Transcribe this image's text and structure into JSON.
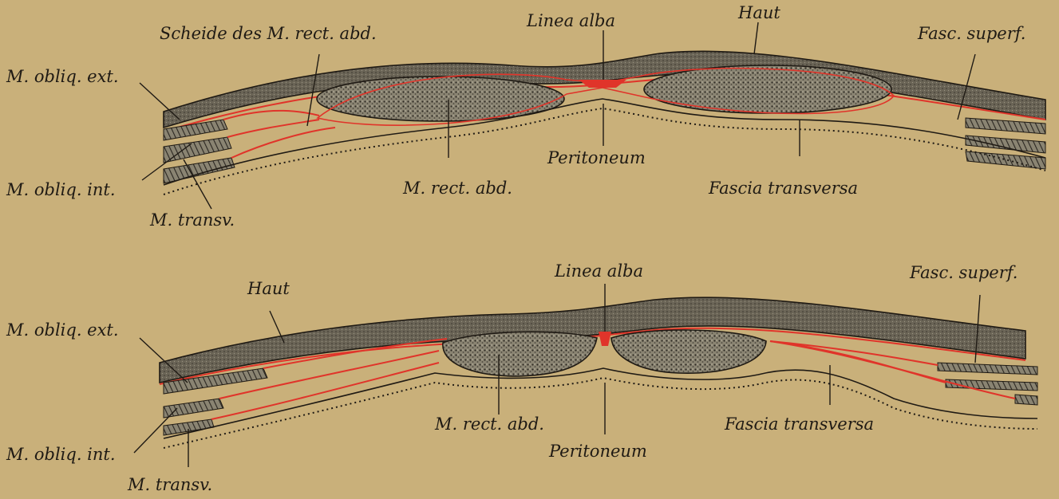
{
  "colors": {
    "background": "#c9b07a",
    "skin": "#6a6456",
    "muscle": "#7b7565",
    "fascia_red": "#e0342a",
    "ink": "#1f1a14"
  },
  "figure_top": {
    "labels": {
      "scheide": "Scheide des M. rect. abd.",
      "linea_alba": "Linea alba",
      "haut": "Haut",
      "fasc_superf": "Fasc. superf.",
      "obliq_ext": "M. obliq. ext.",
      "obliq_int": "M. obliq. int.",
      "transv": "M. transv.",
      "rect_abd": "M. rect. abd.",
      "peritoneum": "Peritoneum",
      "fascia_transversa": "Fascia transversa"
    }
  },
  "figure_bottom": {
    "labels": {
      "linea_alba": "Linea alba",
      "fasc_superf": "Fasc. superf.",
      "haut": "Haut",
      "obliq_ext": "M. obliq. ext.",
      "obliq_int": "M. obliq. int.",
      "transv": "M. transv.",
      "rect_abd": "M. rect. abd.",
      "peritoneum": "Peritoneum",
      "fascia_transversa": "Fascia transversa"
    }
  }
}
